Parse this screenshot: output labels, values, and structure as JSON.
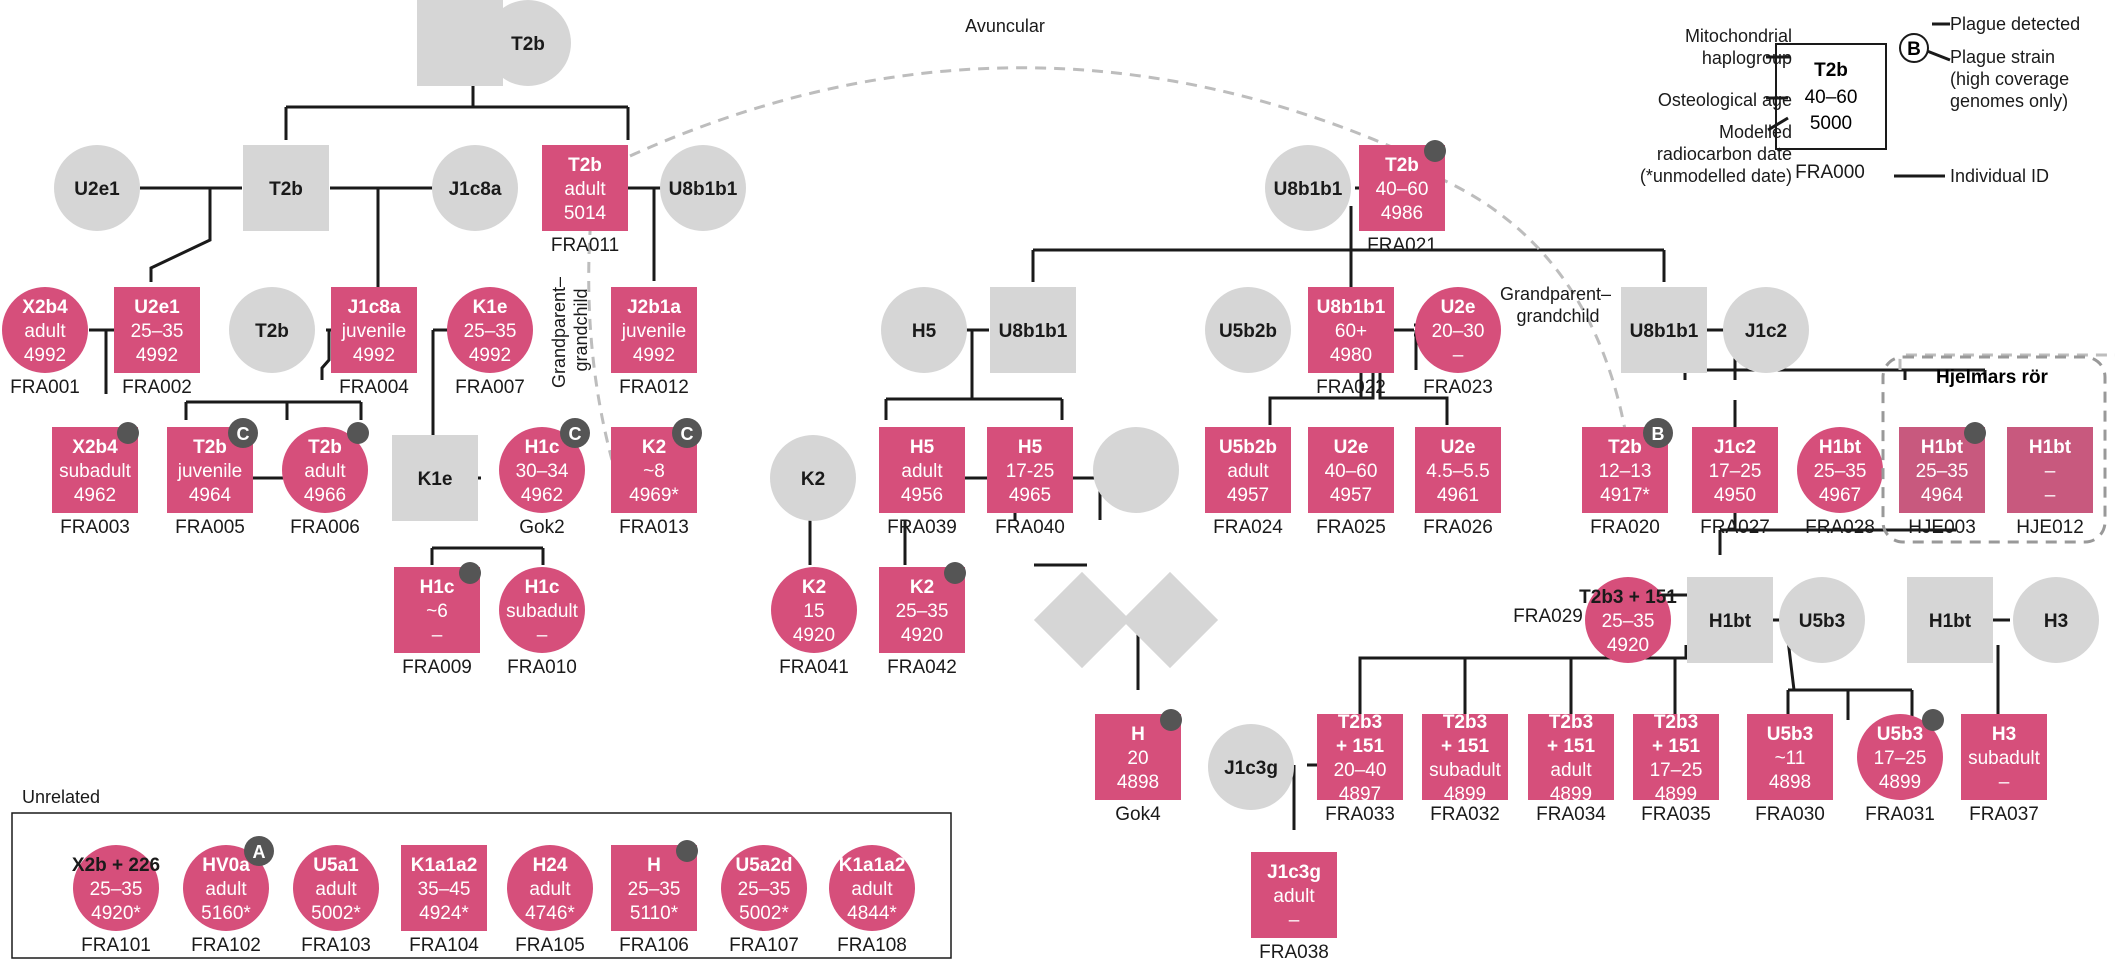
{
  "colors": {
    "sampled": "#d64f7b",
    "unsampled": "#d6d6d6",
    "text_dark": "#1a1a1a",
    "text_light": "#ffffff",
    "dot": "#555555",
    "group_box": "#999999"
  },
  "icons": {
    "plague_marker": "filled-circle",
    "strain_marker": "lettered-circle"
  },
  "labels": {
    "avuncular": "Avuncular",
    "grandparent_left": "Grandparent–\ngrandchild",
    "grandparent_right": "Grandparent–\ngrandchild",
    "hjelmars_ror": "Hjelmars rör",
    "unrelated": "Unrelated"
  },
  "legend": {
    "mito": "Mitochondrial\nhaplogroup",
    "osteo": "Osteological age",
    "radio": "Modelled\nradiocarbon date\n(*unmodelled date)",
    "plague_detected": "Plague detected",
    "plague_strain": "Plague strain\n(high coverage\ngenomes only)",
    "individual_id": "Individual ID",
    "example": {
      "hap": "T2b",
      "age": "40–60",
      "date": "5000",
      "id": "FRA000",
      "strain": "B"
    }
  },
  "individuals": [
    {
      "key": "p1",
      "shape": "square",
      "color": "grey",
      "hap": "",
      "lines": [],
      "id": ""
    },
    {
      "key": "p2",
      "shape": "circle",
      "color": "grey",
      "hap": "T2b",
      "lines": [],
      "id": ""
    },
    {
      "key": "p3",
      "shape": "circle",
      "color": "grey",
      "hap": "U2e1",
      "lines": [],
      "id": ""
    },
    {
      "key": "p4",
      "shape": "square",
      "color": "grey",
      "hap": "T2b",
      "lines": [],
      "id": ""
    },
    {
      "key": "p5",
      "shape": "circle",
      "color": "grey",
      "hap": "J1c8a",
      "lines": [],
      "id": ""
    },
    {
      "key": "fra011",
      "shape": "square",
      "color": "pink",
      "hap": "T2b",
      "lines": [
        "adult",
        "5014"
      ],
      "id": "FRA011"
    },
    {
      "key": "p6",
      "shape": "circle",
      "color": "grey",
      "hap": "U8b1b1",
      "lines": [],
      "id": ""
    },
    {
      "key": "fra001",
      "shape": "circle",
      "color": "pink",
      "hap": "X2b4",
      "lines": [
        "adult",
        "4992"
      ],
      "id": "FRA001"
    },
    {
      "key": "fra002",
      "shape": "square",
      "color": "pink",
      "hap": "U2e1",
      "lines": [
        "25–35",
        "4992"
      ],
      "id": "FRA002"
    },
    {
      "key": "p7",
      "shape": "circle",
      "color": "grey",
      "hap": "T2b",
      "lines": [],
      "id": ""
    },
    {
      "key": "fra004",
      "shape": "square",
      "color": "pink",
      "hap": "J1c8a",
      "lines": [
        "juvenile",
        "4992"
      ],
      "id": "FRA004"
    },
    {
      "key": "fra007",
      "shape": "circle",
      "color": "pink",
      "hap": "K1e",
      "lines": [
        "25–35",
        "4992"
      ],
      "id": "FRA007"
    },
    {
      "key": "fra012",
      "shape": "square",
      "color": "pink",
      "hap": "J2b1a",
      "lines": [
        "juvenile",
        "4992"
      ],
      "id": "FRA012"
    },
    {
      "key": "fra003",
      "shape": "square",
      "color": "pink",
      "hap": "X2b4",
      "lines": [
        "subadult",
        "4962"
      ],
      "id": "FRA003",
      "dot": ""
    },
    {
      "key": "fra005",
      "shape": "square",
      "color": "pink",
      "hap": "T2b",
      "lines": [
        "juvenile",
        "4964"
      ],
      "id": "FRA005",
      "dot": "C"
    },
    {
      "key": "fra006",
      "shape": "circle",
      "color": "pink",
      "hap": "T2b",
      "lines": [
        "adult",
        "4966"
      ],
      "id": "FRA006",
      "dot": ""
    },
    {
      "key": "p8",
      "shape": "square",
      "color": "grey",
      "hap": "K1e",
      "lines": [],
      "id": ""
    },
    {
      "key": "gok2",
      "shape": "circle",
      "color": "pink",
      "hap": "H1c",
      "lines": [
        "30–34",
        "4962"
      ],
      "id": "Gok2",
      "dot": "C"
    },
    {
      "key": "fra013",
      "shape": "square",
      "color": "pink",
      "hap": "K2",
      "lines": [
        "~8",
        "4969*"
      ],
      "id": "FRA013",
      "dot": "C"
    },
    {
      "key": "fra009",
      "shape": "square",
      "color": "pink",
      "hap": "H1c",
      "lines": [
        "~6",
        "–"
      ],
      "id": "FRA009",
      "dot": ""
    },
    {
      "key": "fra010",
      "shape": "circle",
      "color": "pink",
      "hap": "H1c",
      "lines": [
        "subadult",
        "–"
      ],
      "id": "FRA010"
    },
    {
      "key": "p9",
      "shape": "circle",
      "color": "grey",
      "hap": "U8b1b1",
      "lines": [],
      "id": ""
    },
    {
      "key": "fra021",
      "shape": "square",
      "color": "pink",
      "hap": "T2b",
      "lines": [
        "40–60",
        "4986"
      ],
      "id": "FRA021",
      "dot": ""
    },
    {
      "key": "p10",
      "shape": "circle",
      "color": "grey",
      "hap": "H5",
      "lines": [],
      "id": ""
    },
    {
      "key": "p11",
      "shape": "square",
      "color": "grey",
      "hap": "U8b1b1",
      "lines": [],
      "id": ""
    },
    {
      "key": "p12",
      "shape": "circle",
      "color": "grey",
      "hap": "U5b2b",
      "lines": [],
      "id": ""
    },
    {
      "key": "fra022",
      "shape": "square",
      "color": "pink",
      "hap": "U8b1b1",
      "lines": [
        "60+",
        "4980"
      ],
      "id": "FRA022"
    },
    {
      "key": "fra023",
      "shape": "circle",
      "color": "pink",
      "hap": "U2e",
      "lines": [
        "20–30",
        "–"
      ],
      "id": "FRA023"
    },
    {
      "key": "p13",
      "shape": "square",
      "color": "grey",
      "hap": "U8b1b1",
      "lines": [],
      "id": ""
    },
    {
      "key": "p14",
      "shape": "circle",
      "color": "grey",
      "hap": "J1c2",
      "lines": [],
      "id": ""
    },
    {
      "key": "p15",
      "shape": "circle",
      "color": "grey",
      "hap": "K2",
      "lines": [],
      "id": ""
    },
    {
      "key": "fra039",
      "shape": "square",
      "color": "pink",
      "hap": "H5",
      "lines": [
        "adult",
        "4956"
      ],
      "id": "FRA039"
    },
    {
      "key": "fra040",
      "shape": "square",
      "color": "pink",
      "hap": "H5",
      "lines": [
        "17-25",
        "4965"
      ],
      "id": "FRA040"
    },
    {
      "key": "p16",
      "shape": "circle",
      "color": "grey",
      "hap": "",
      "lines": [],
      "id": ""
    },
    {
      "key": "fra024",
      "shape": "square",
      "color": "pink",
      "hap": "U5b2b",
      "lines": [
        "adult",
        "4957"
      ],
      "id": "FRA024"
    },
    {
      "key": "fra025",
      "shape": "square",
      "color": "pink",
      "hap": "U2e",
      "lines": [
        "40–60",
        "4957"
      ],
      "id": "FRA025"
    },
    {
      "key": "fra026",
      "shape": "square",
      "color": "pink",
      "hap": "U2e",
      "lines": [
        "4.5–5.5",
        "4961"
      ],
      "id": "FRA026"
    },
    {
      "key": "fra020",
      "shape": "square",
      "color": "pink",
      "hap": "T2b",
      "lines": [
        "12–13",
        "4917*"
      ],
      "id": "FRA020",
      "dot": "B"
    },
    {
      "key": "fra027",
      "shape": "square",
      "color": "pink",
      "hap": "J1c2",
      "lines": [
        "17–25",
        "4950"
      ],
      "id": "FRA027"
    },
    {
      "key": "fra028",
      "shape": "circle",
      "color": "pink",
      "hap": "H1bt",
      "lines": [
        "25–35",
        "4967"
      ],
      "id": "FRA028"
    },
    {
      "key": "hje003",
      "shape": "square",
      "color": "pale",
      "hap": "H1bt",
      "lines": [
        "25–35",
        "4964"
      ],
      "id": "HJE003",
      "dot": ""
    },
    {
      "key": "hje012",
      "shape": "square",
      "color": "pale",
      "hap": "H1bt",
      "lines": [
        "–",
        "–"
      ],
      "id": "HJE012"
    },
    {
      "key": "fra041",
      "shape": "circle",
      "color": "pink",
      "hap": "K2",
      "lines": [
        "15",
        "4920"
      ],
      "id": "FRA041"
    },
    {
      "key": "fra042",
      "shape": "square",
      "color": "pink",
      "hap": "K2",
      "lines": [
        "25–35",
        "4920"
      ],
      "id": "FRA042",
      "dot": ""
    },
    {
      "key": "d1",
      "shape": "diamond",
      "color": "grey",
      "hap": "",
      "lines": [],
      "id": ""
    },
    {
      "key": "d2",
      "shape": "diamond",
      "color": "grey",
      "hap": "",
      "lines": [],
      "id": ""
    },
    {
      "key": "fra029",
      "shape": "circle",
      "color": "pink",
      "hap": "T2b3 + 151",
      "lines": [
        "25–35",
        "4920"
      ],
      "id": "FRA029"
    },
    {
      "key": "p17",
      "shape": "square",
      "color": "grey",
      "hap": "H1bt",
      "lines": [],
      "id": ""
    },
    {
      "key": "p18",
      "shape": "circle",
      "color": "grey",
      "hap": "U5b3",
      "lines": [],
      "id": ""
    },
    {
      "key": "p19",
      "shape": "square",
      "color": "grey",
      "hap": "H1bt",
      "lines": [],
      "id": ""
    },
    {
      "key": "p20",
      "shape": "circle",
      "color": "grey",
      "hap": "H3",
      "lines": [],
      "id": ""
    },
    {
      "key": "gok4",
      "shape": "square",
      "color": "pink",
      "hap": "H",
      "lines": [
        "20",
        "4898"
      ],
      "id": "Gok4",
      "dot": ""
    },
    {
      "key": "p21",
      "shape": "circle",
      "color": "grey",
      "hap": "J1c3g",
      "lines": [],
      "id": ""
    },
    {
      "key": "fra033",
      "shape": "square",
      "color": "pink",
      "hap": "T2b3\n+ 151",
      "lines": [
        "20–40",
        "4897"
      ],
      "id": "FRA033"
    },
    {
      "key": "fra032",
      "shape": "square",
      "color": "pink",
      "hap": "T2b3\n+ 151",
      "lines": [
        "subadult",
        "4899"
      ],
      "id": "FRA032"
    },
    {
      "key": "fra034",
      "shape": "square",
      "color": "pink",
      "hap": "T2b3\n+ 151",
      "lines": [
        "adult",
        "4899"
      ],
      "id": "FRA034"
    },
    {
      "key": "fra035",
      "shape": "square",
      "color": "pink",
      "hap": "T2b3\n+ 151",
      "lines": [
        "17–25",
        "4899"
      ],
      "id": "FRA035"
    },
    {
      "key": "fra030",
      "shape": "square",
      "color": "pink",
      "hap": "U5b3",
      "lines": [
        "~11",
        "4898"
      ],
      "id": "FRA030"
    },
    {
      "key": "fra031",
      "shape": "circle",
      "color": "pink",
      "hap": "U5b3",
      "lines": [
        "17–25",
        "4899"
      ],
      "id": "FRA031",
      "dot": ""
    },
    {
      "key": "fra037",
      "shape": "square",
      "color": "pink",
      "hap": "H3",
      "lines": [
        "subadult",
        "–"
      ],
      "id": "FRA037"
    },
    {
      "key": "fra038",
      "shape": "square",
      "color": "pink",
      "hap": "J1c3g",
      "lines": [
        "adult",
        "–"
      ],
      "id": "FRA038"
    },
    {
      "key": "fra101",
      "shape": "circle",
      "color": "pink",
      "hap": "X2b + 226",
      "lines": [
        "25–35",
        "4920*"
      ],
      "id": "FRA101"
    },
    {
      "key": "fra102",
      "shape": "circle",
      "color": "pink",
      "hap": "HV0a",
      "lines": [
        "adult",
        "5160*"
      ],
      "id": "FRA102",
      "dot": "A"
    },
    {
      "key": "fra103",
      "shape": "circle",
      "color": "pink",
      "hap": "U5a1",
      "lines": [
        "adult",
        "5002*"
      ],
      "id": "FRA103"
    },
    {
      "key": "fra104",
      "shape": "square",
      "color": "pink",
      "hap": "K1a1a2",
      "lines": [
        "35–45",
        "4924*"
      ],
      "id": "FRA104"
    },
    {
      "key": "fra105",
      "shape": "circle",
      "color": "pink",
      "hap": "H24",
      "lines": [
        "adult",
        "4746*"
      ],
      "id": "FRA105"
    },
    {
      "key": "fra106",
      "shape": "square",
      "color": "pink",
      "hap": "H",
      "lines": [
        "25–35",
        "5110*"
      ],
      "id": "FRA106",
      "dot": ""
    },
    {
      "key": "fra107",
      "shape": "circle",
      "color": "pink",
      "hap": "U5a2d",
      "lines": [
        "25–35",
        "5002*"
      ],
      "id": "FRA107"
    },
    {
      "key": "fra108",
      "shape": "circle",
      "color": "pink",
      "hap": "K1a1a2",
      "lines": [
        "adult",
        "4844*"
      ],
      "id": "FRA108"
    }
  ]
}
